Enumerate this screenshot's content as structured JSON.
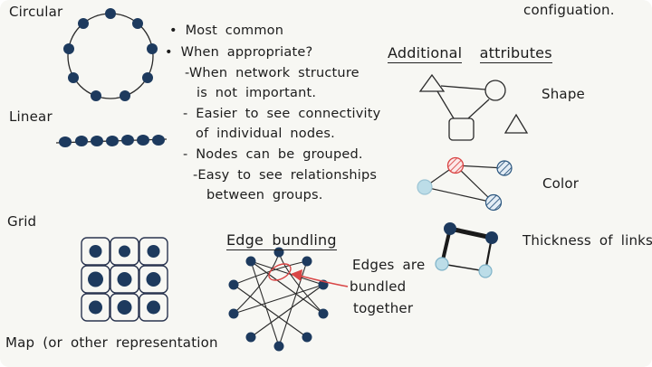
{
  "labels": {
    "circular": "Circular",
    "linear": "Linear",
    "grid": "Grid",
    "map": "Map (or other representation",
    "configuation": "configuation."
  },
  "notes": {
    "most_common": "Most common",
    "when_appropriate": "When appropriate?",
    "structure_line1": "-When network structure",
    "structure_line2": "is not important.",
    "connectivity_line1": "- Easier to see connectivity",
    "connectivity_line2": "of individual nodes.",
    "grouped": "- Nodes can be grouped.",
    "relationships_line1": "-Easy to see relationships",
    "relationships_line2": "between groups."
  },
  "edge_bundling": {
    "heading": "Edge bundling",
    "note_line1": "Edges are",
    "note_line2": "bundled",
    "note_line3": "together"
  },
  "attributes": {
    "heading_word1": "Additional",
    "heading_word2": "attributes",
    "shape": "Shape",
    "color": "Color",
    "thickness": "Thickness of links"
  },
  "colors": {
    "ink": "#2a2a2a",
    "node_navy": "#1d3a5e",
    "node_light_blue": "#bcdde8",
    "annotation_red": "#d94545",
    "hatch_blue": "#2b567f",
    "background": "#f7f7f3"
  }
}
